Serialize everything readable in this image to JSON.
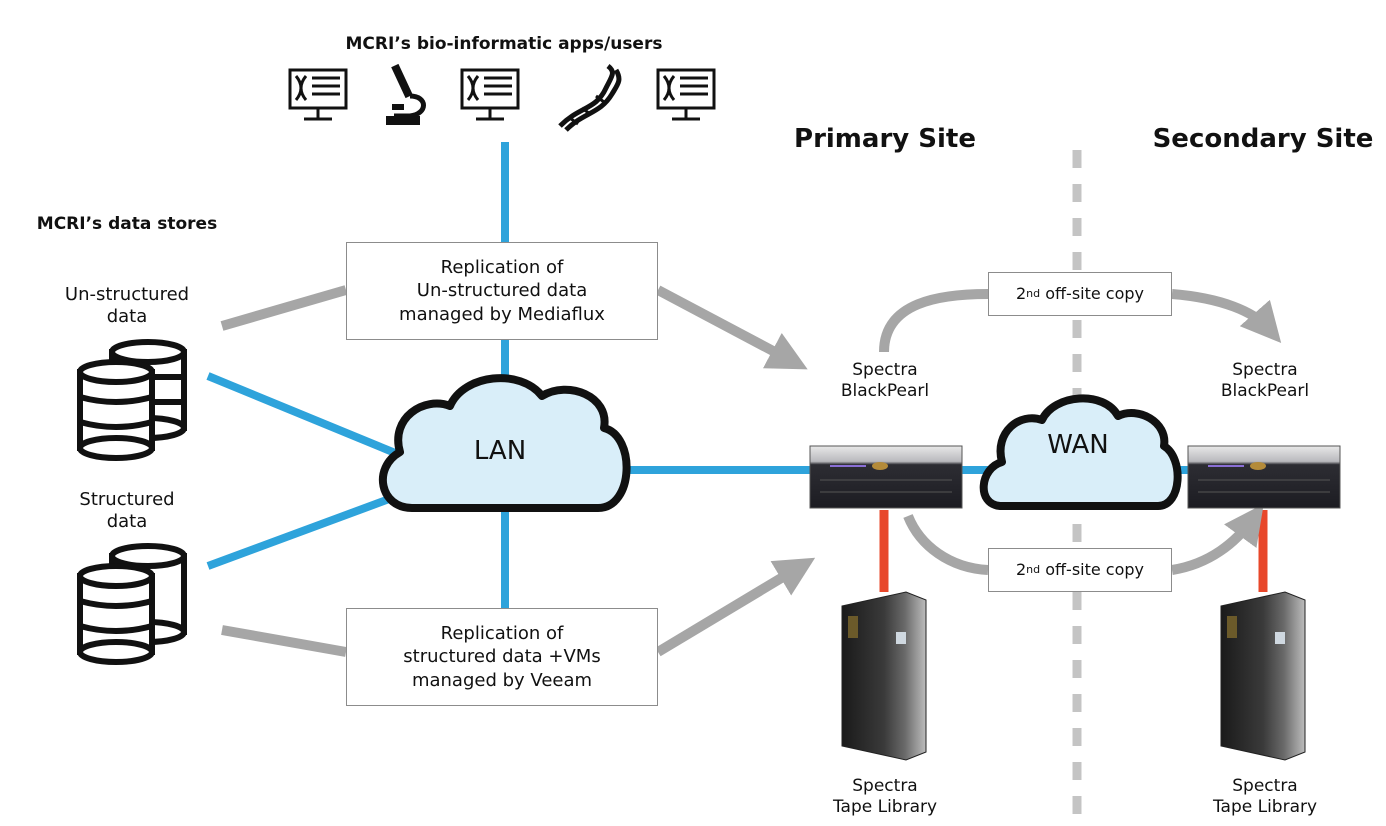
{
  "apps_panel": {
    "title": "MCRI’s bio-informatic apps/users",
    "icons": [
      "dna-monitor-icon",
      "microscope-icon",
      "dna-monitor-icon",
      "dna-helix-icon",
      "dna-monitor-icon"
    ]
  },
  "data_stores": {
    "title": "MCRI’s data stores",
    "unstructured_line1": "Un-structured",
    "unstructured_line2": "data",
    "structured_line1": "Structured",
    "structured_line2": "data",
    "unstructured_color": "#fde9b8",
    "structured_color": "#a9d18e"
  },
  "replication_top": {
    "line1": "Replication of",
    "line2": "Un-structured data",
    "line3": "managed by Mediaflux"
  },
  "replication_bottom": {
    "line1": "Replication of",
    "line2": "structured data +VMs",
    "line3": "managed by Veeam"
  },
  "lan_label": "LAN",
  "wan_label": "WAN",
  "primary_site": {
    "title": "Primary Site",
    "server_line1": "Spectra",
    "server_line2": "BlackPearl",
    "tape_line1": "Spectra",
    "tape_line2": "Tape Library"
  },
  "secondary_site": {
    "title": "Secondary Site",
    "server_line1": "Spectra",
    "server_line2": "BlackPearl",
    "tape_line1": "Spectra",
    "tape_line2": "Tape Library"
  },
  "offsite_copy_top": {
    "prefix": "2",
    "sup": "nd",
    "rest": " off-site copy"
  },
  "offsite_copy_bottom": {
    "prefix": "2",
    "sup": "nd",
    "rest": " off-site copy"
  },
  "colors": {
    "network_line": "#2ea3db",
    "tape_link": "#e8472a",
    "flow_arrow": "#a6a6a6",
    "cloud_fill": "#d9eef9",
    "site_divider": "#c4c4c4"
  }
}
